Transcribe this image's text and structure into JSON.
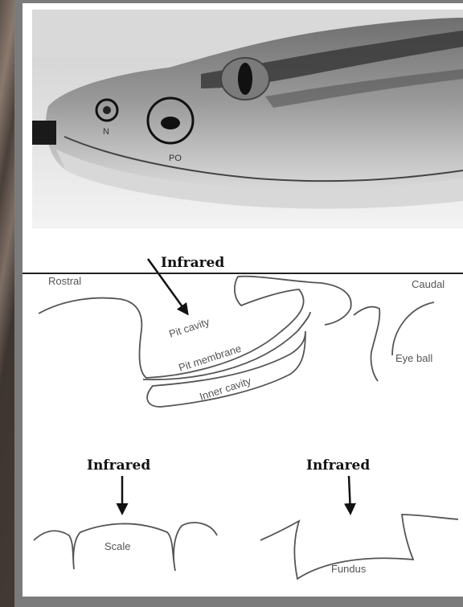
{
  "photo": {
    "label_n": "N",
    "label_po": "PO"
  },
  "pit_diagram": {
    "infrared": "Infrared",
    "rostral": "Rostral",
    "caudal": "Caudal",
    "pit_cavity": "Pit cavity",
    "pit_membrane": "Pit membrane",
    "inner_cavity": "Inner cavity",
    "eye_ball": "Eye ball"
  },
  "scale_diagram": {
    "infrared": "Infrared",
    "label": "Scale"
  },
  "fundus_diagram": {
    "infrared": "Infrared",
    "label": "Fundus"
  },
  "colors": {
    "line": "#555555",
    "label": "#111111",
    "frame": "#7b7b7b"
  }
}
